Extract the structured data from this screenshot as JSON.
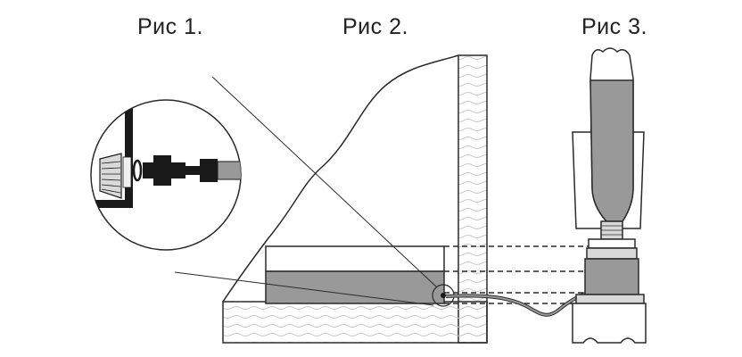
{
  "figures": {
    "fig1": {
      "label": "Рис 1."
    },
    "fig2": {
      "label": "Рис 2."
    },
    "fig3": {
      "label": "Рис 3."
    }
  },
  "colors": {
    "line": "#2a2a2a",
    "fill_gray": "#999999",
    "fill_dark": "#1a1a1a",
    "fill_light": "#d9d9d9",
    "background": "#ffffff"
  }
}
